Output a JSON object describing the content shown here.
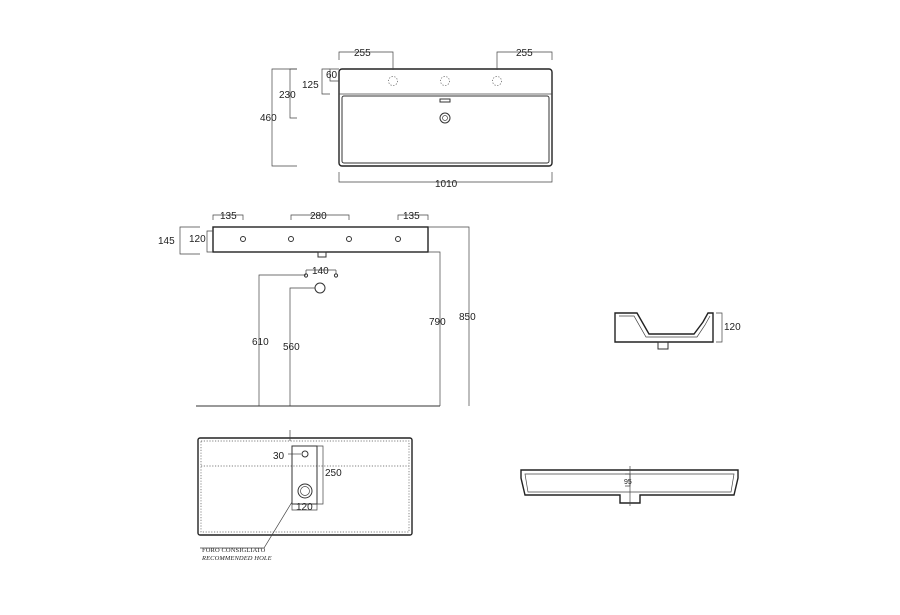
{
  "views": {
    "top": {
      "dims": {
        "left_offset": "255",
        "right_offset": "255",
        "top_60": "60",
        "depth_125": "125",
        "depth_230": "230",
        "depth_460": "460",
        "width": "1010"
      }
    },
    "front": {
      "dims": {
        "left_135": "135",
        "center_280": "280",
        "right_135": "135",
        "height_145": "145",
        "height_120": "120",
        "spacing_140": "140",
        "height_610": "610",
        "height_560": "560",
        "height_790": "790",
        "height_850": "850"
      }
    },
    "side": {
      "dims": {
        "height_120": "120"
      }
    },
    "underside": {
      "dims": {
        "offset_30": "30",
        "length_250": "250",
        "width_120": "120"
      },
      "note": {
        "line1": "FORO CONSIGLIATO",
        "line2": "RECOMMENDED HOLE"
      }
    },
    "section": {
      "dims": {
        "depth_95": "95"
      }
    }
  },
  "colors": {
    "line": "#333333",
    "background": "#ffffff"
  }
}
